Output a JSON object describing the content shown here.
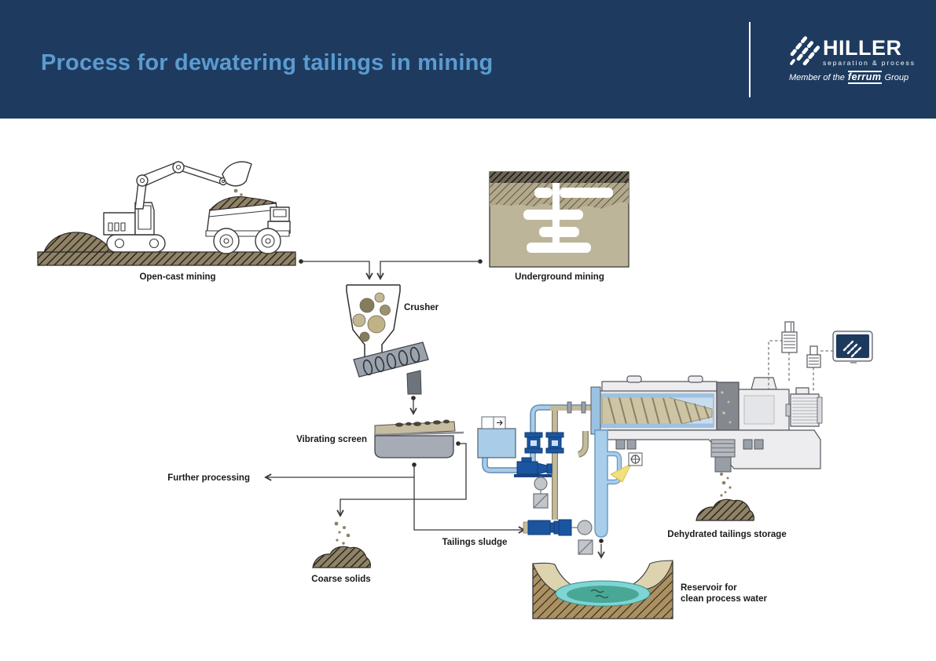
{
  "header": {
    "title": "Process for dewatering tailings in mining",
    "brand": {
      "name": "HILLER",
      "tagline": "separation & process",
      "membership_prefix": "Member of the",
      "membership_brand": "ferrum",
      "membership_suffix": "Group"
    }
  },
  "diagram": {
    "labels": {
      "open_cast_mining": "Open-cast mining",
      "underground_mining": "Underground mining",
      "crusher": "Crusher",
      "vibrating_screen": "Vibrating screen",
      "further_processing": "Further processing",
      "coarse_solids": "Coarse solids",
      "tailings_sludge": "Tailings sludge",
      "dehydrated_tailings_storage": "Dehydrated tailings storage",
      "reservoir_line1": "Reservoir for",
      "reservoir_line2": "clean process water"
    },
    "icons": {
      "brand_screw_icon": "hiller-screw-mark",
      "tablet_screen_icon": "hiller-screw-mark"
    },
    "colors": {
      "header_background": "#1e3b5f",
      "title_text": "#5b9bd0",
      "pipe_blue": "#a9cce9",
      "pump_blue": "#1b559f",
      "tan_pipe": "#c3bb9e",
      "earth_brown": "#8f8266",
      "machine_gray": "#ededef",
      "water_cyan": "#7fd4d4",
      "water_green": "#49a795",
      "beam_yellow": "#f2df7d"
    }
  }
}
